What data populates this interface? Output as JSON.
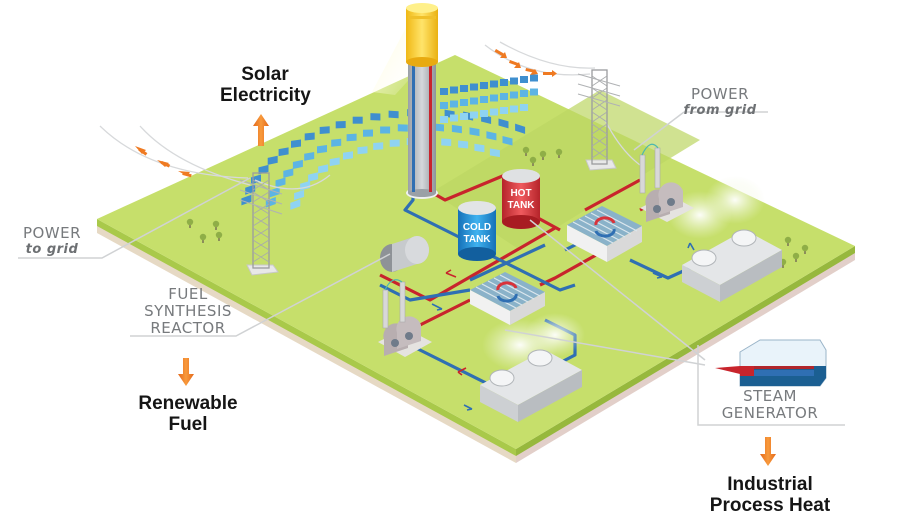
{
  "diagram": {
    "title": "Concentrated solar power tower plant with thermal storage",
    "labels": {
      "solar_electricity": [
        "Solar",
        "Electricity"
      ],
      "power_to_grid": {
        "main": "POWER",
        "sub": "to grid"
      },
      "power_from_grid": {
        "main": "POWER",
        "sub": "from grid"
      },
      "fuel_synthesis_reactor": [
        "FUEL",
        "SYNTHESIS",
        "REACTOR"
      ],
      "renewable_fuel": [
        "Renewable",
        "Fuel"
      ],
      "steam_generator": [
        "STEAM",
        "GENERATOR"
      ],
      "industrial_process_heat": [
        "Industrial",
        "Process Heat"
      ],
      "cold_tank": [
        "COLD",
        "TANK"
      ],
      "hot_tank": [
        "HOT",
        "TANK"
      ]
    },
    "colors": {
      "ground": "#c5df6a",
      "ground_edge": "#9fc13f",
      "ground_base": "#e8dcc8",
      "hot_pipe": "#c8242c",
      "cold_pipe": "#2f6fb3",
      "output_arrow": "#ef7a22",
      "receiver": "#f7cf2d",
      "heliostat": "#5cb4e4",
      "label_gray": "#777a7d",
      "hot_tank": "#d83a3f",
      "cold_tank": "#1f8fd6"
    },
    "components": [
      "solar tower receiver",
      "heliostat field",
      "hot tank",
      "cold tank",
      "heat exchanger (fuel)",
      "heat exchanger (power)",
      "turbine generator (fuel side)",
      "turbine generator (power side)",
      "cooling tower (fuel side)",
      "cooling tower (power side)",
      "fuel synthesis reactor",
      "transmission tower (to grid)",
      "transmission tower (from grid)",
      "steam generator"
    ]
  }
}
